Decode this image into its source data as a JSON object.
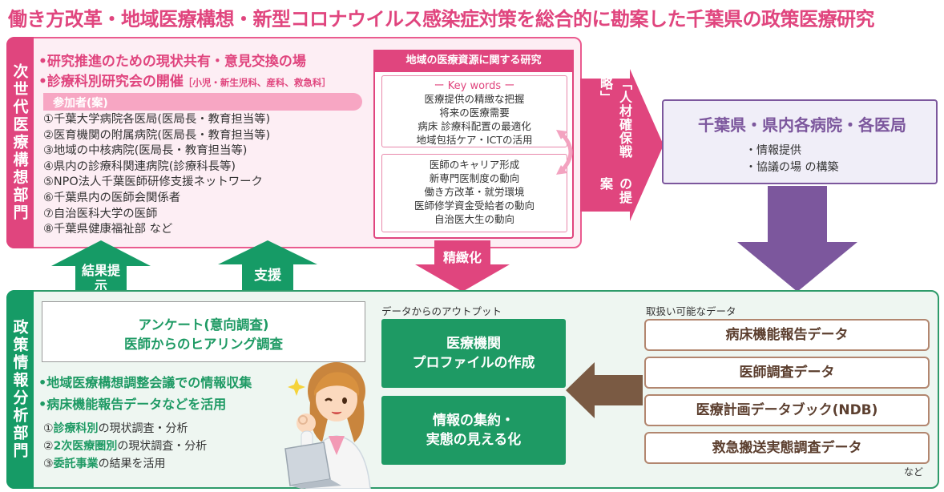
{
  "title": "働き方改革・地域医療構想・新型コロナウイルス感染症対策を総合的に勘案した千葉県の政策医療研究",
  "top_section": {
    "label": "次世代医療構想部門",
    "bullet1": "•研究推進のための現状共有・意見交換の場",
    "bullet2_main": "•診療科別研究会の開催",
    "bullet2_sub": "［小児・新生児科、産科、救急科］",
    "participants_tag": "参加者(案)",
    "participants": [
      "①千葉大学病院各医局(医局長・教育担当等)",
      "②医育機関の附属病院(医局長・教育担当等)",
      "③地域の中核病院(医局長・教育担当等)",
      "④県内の診療科関連病院(診療科長等)",
      "⑤NPO法人千葉医師研修支援ネットワーク",
      "⑥千葉県内の医師会関係者",
      "⑦自治医科大学の医師",
      "⑧千葉県健康福祉部 など"
    ],
    "research_box": {
      "header": "地域の医療資源に関する研究",
      "keywords_title": "ー Key words ー",
      "keywords1": [
        "医療提供の精緻な把握",
        "将来の医療需要",
        "病床 診療科配置の最適化",
        "地域包括ケア・ICTの活用"
      ],
      "keywords2": [
        "医師のキャリア形成",
        "新専門医制度の動向",
        "働き方改革・就労環境",
        "医師修学資金受給者の動向",
        "自治医大生の動向"
      ]
    }
  },
  "proposal_arrow": {
    "line1": "「人材確保戦略」",
    "line2": "の提案"
  },
  "chiba_box": {
    "title": "千葉県・県内各病院・各医局",
    "items": [
      "・情報提供",
      "・協議の場 の構築"
    ]
  },
  "arrows": {
    "result_label": "結果提示",
    "support_label": "支援",
    "refine_label": "精緻化"
  },
  "bottom_section": {
    "label": "政策情報分析部門",
    "survey_line1": "アンケート(意向調査)",
    "survey_line2": "医師からのヒアリング調査",
    "bullet1": "•地域医療構想調整会議での情報収集",
    "bullet2": "•病床機能報告データなどを活用",
    "analysis": [
      {
        "prefix": "①",
        "bold": "診療科別",
        "rest": "の現状調査・分析"
      },
      {
        "prefix": "②",
        "bold": "2次医療圏別",
        "rest": "の現状調査・分析"
      },
      {
        "prefix": "③",
        "bold": "委託事業",
        "rest": "の結果を活用"
      }
    ],
    "output_caption": "データからのアウトプット",
    "output_box1": [
      "医療機関",
      "プロファイルの作成"
    ],
    "output_box2": [
      "情報の集約・",
      "実態の見える化"
    ],
    "data_caption": "取扱い可能なデータ",
    "data_items": [
      "病床機能報告データ",
      "医師調査データ",
      "医療計画データブック(NDB)",
      "救急搬送実態調査データ"
    ],
    "etc": "など"
  },
  "colors": {
    "pink": "#e0457e",
    "green": "#1e9a64",
    "purple": "#7c579d",
    "brown": "#7a5a43"
  }
}
